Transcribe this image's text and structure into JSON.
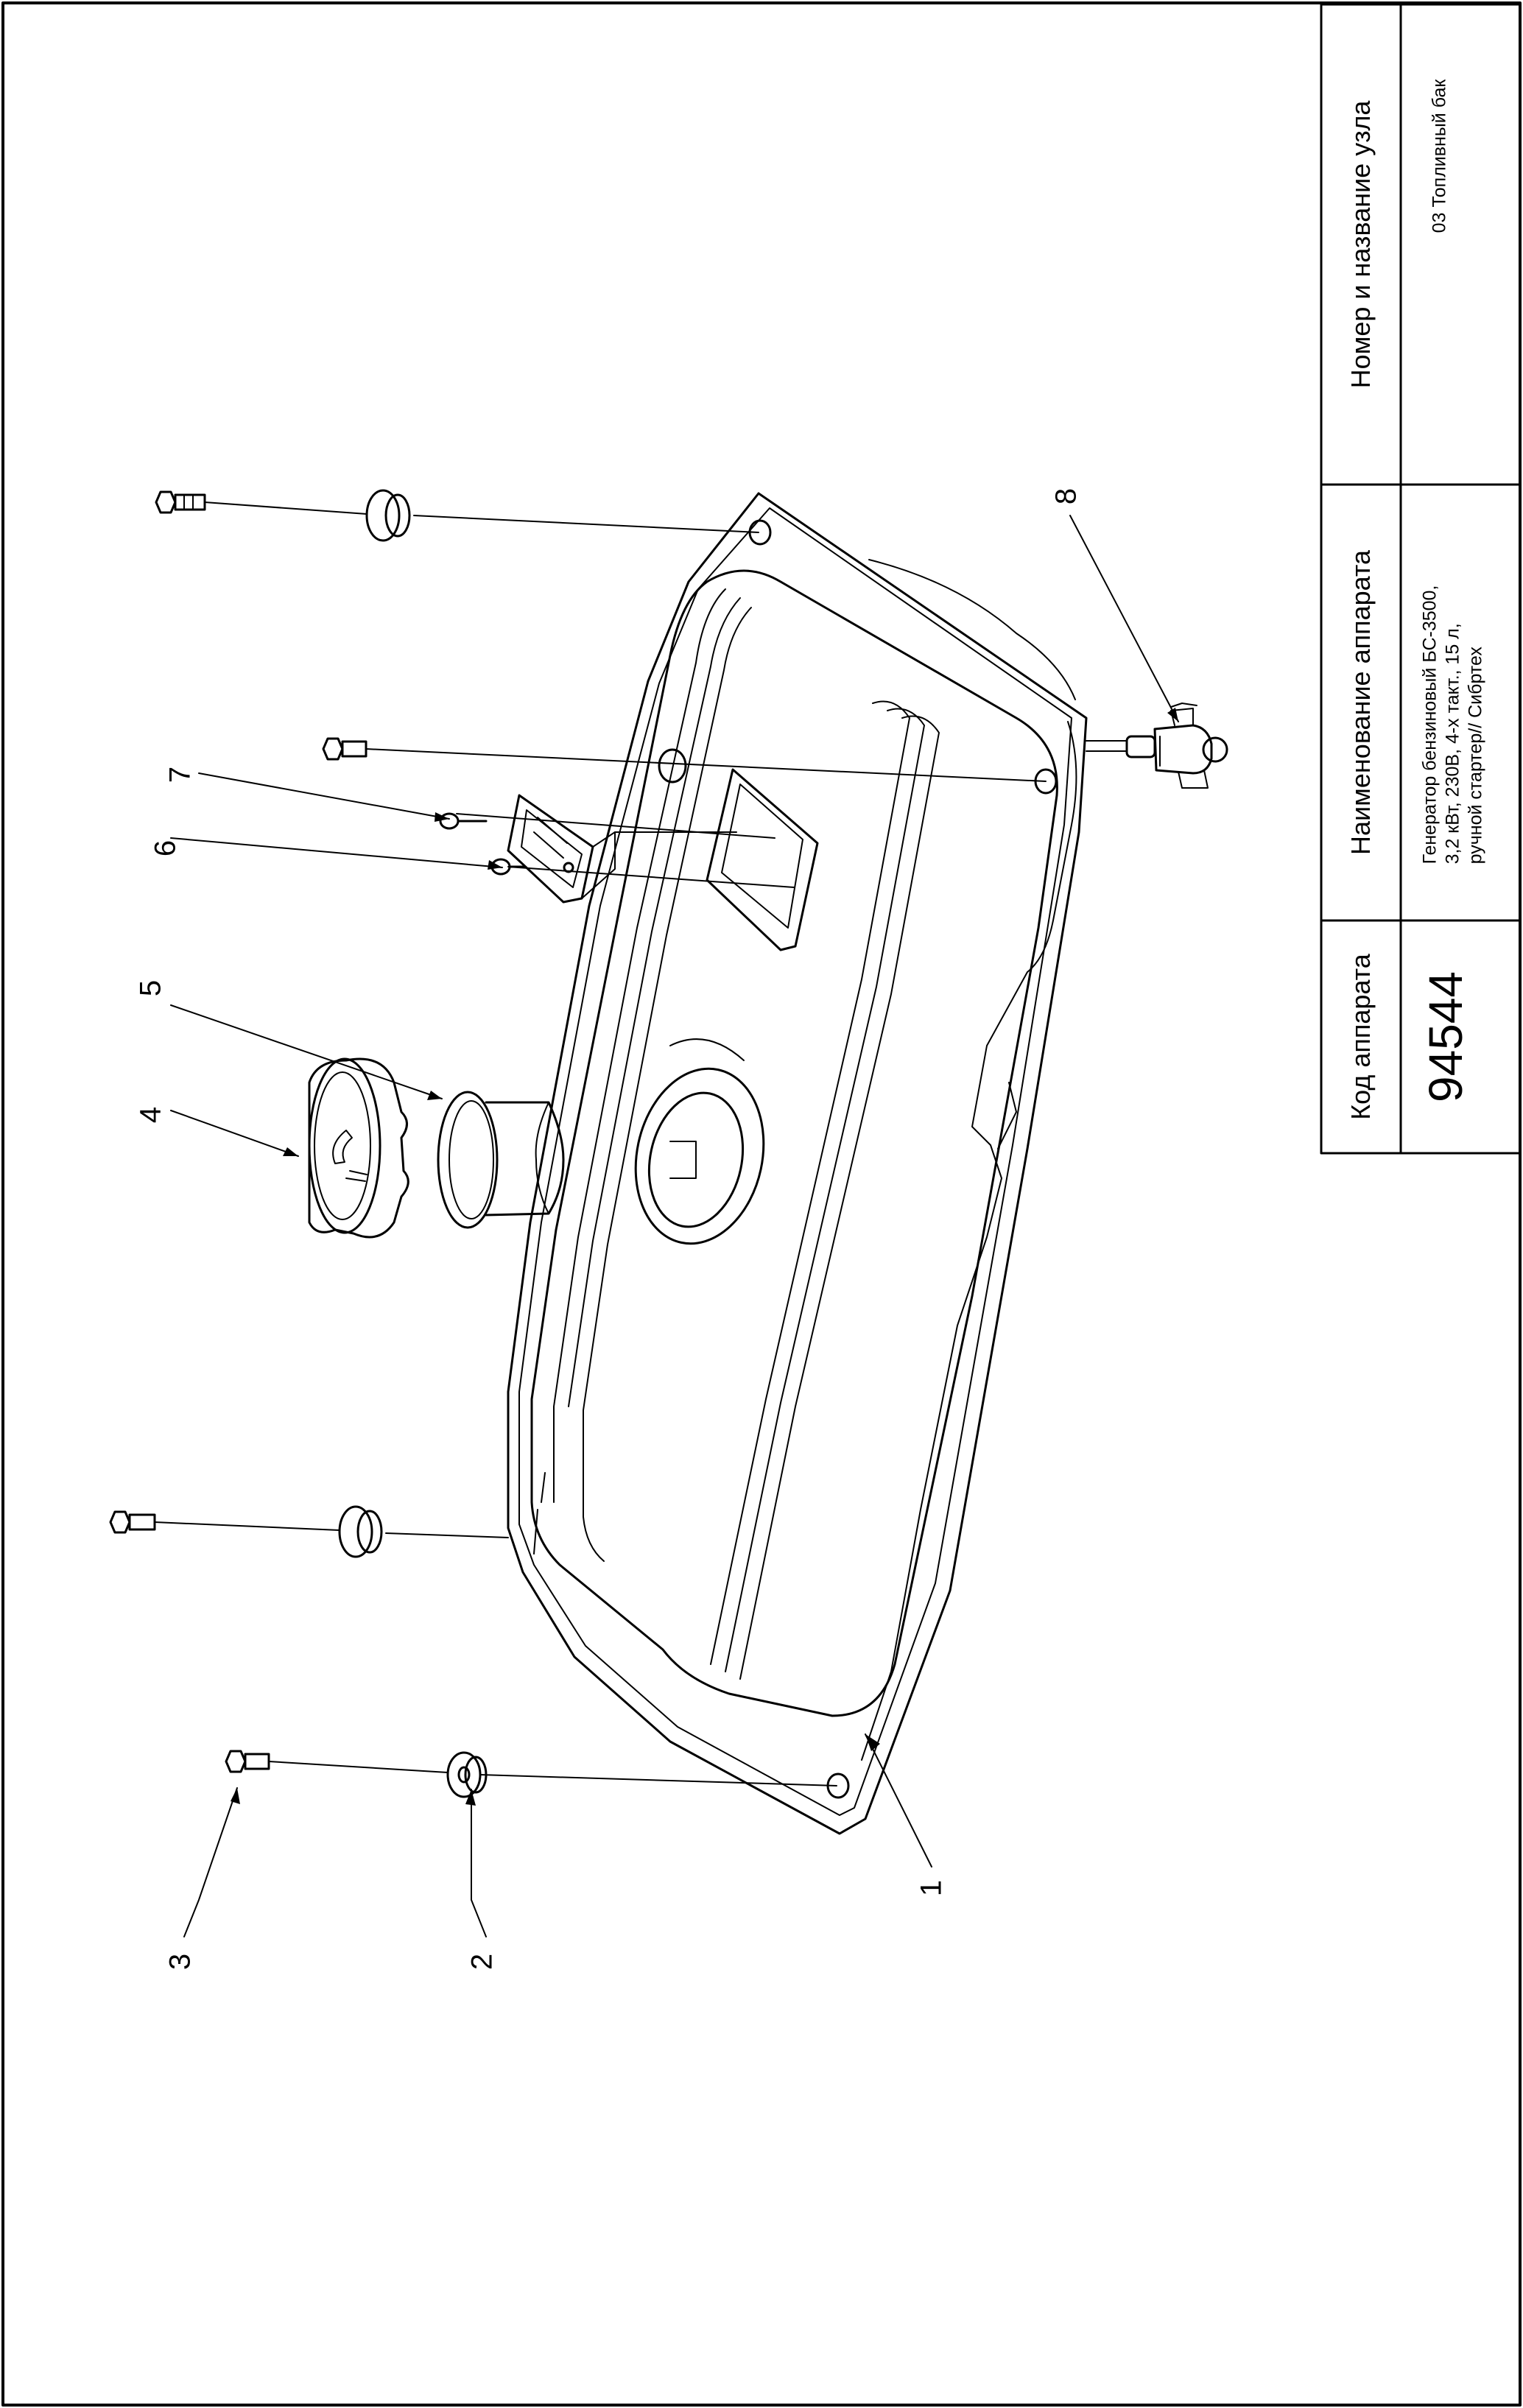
{
  "title_block": {
    "code_header": "Код аппарата",
    "code_value": "94544",
    "device_header": "Наименование аппарата",
    "device_lines": [
      "Генератор бензиновый БС-3500,",
      "3,2 кВт, 230В, 4-х такт., 15 л,",
      "ручной стартер// Сибртех"
    ],
    "unit_header": "Номер и название узла",
    "unit_value": "03 Топливный бак"
  },
  "callouts": [
    "1",
    "2",
    "3",
    "4",
    "5",
    "6",
    "7",
    "8"
  ]
}
